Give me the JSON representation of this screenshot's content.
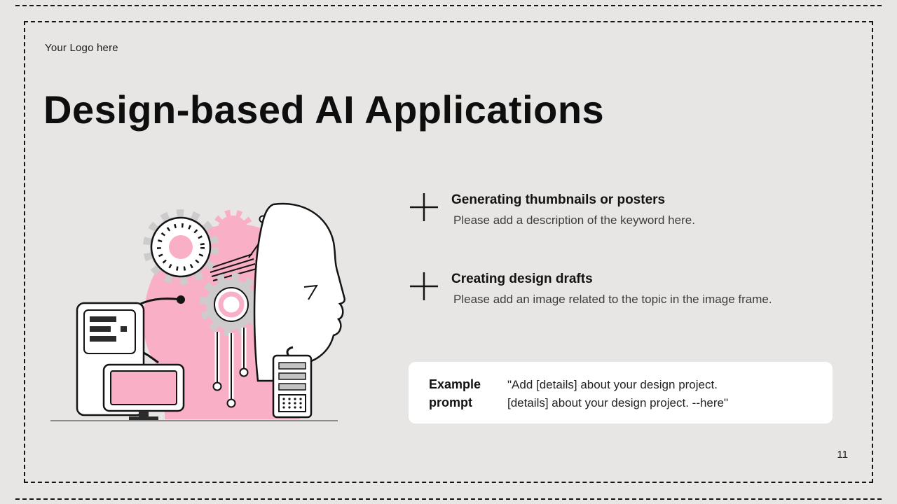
{
  "slide": {
    "logo": "Your Logo here",
    "title": "Design-based AI Applications",
    "page_number": "11",
    "colors": {
      "background": "#e8e6e5",
      "accent_pink": "#f9afc6",
      "gear_gray": "#cdcbcb",
      "line_black": "#141414",
      "card_white": "#ffffff"
    }
  },
  "bullets": [
    {
      "icon": "plus-icon",
      "heading": "Generating thumbnails or posters",
      "description": "Please add a description of the keyword here."
    },
    {
      "icon": "plus-icon",
      "heading": "Creating design drafts",
      "description": "Please add an image related to the topic in the image frame."
    }
  ],
  "example": {
    "label_lines": [
      "Example",
      "prompt"
    ],
    "text_line1": "\"Add [details] about your design project.",
    "text_line2": "[details] about your design project. --here\""
  },
  "illustration": {
    "name": "ai-head-profile-with-gears-and-computer",
    "elements": [
      "pink head silhouette",
      "white face profile",
      "gray gears",
      "dotted gear dial with pink center",
      "circuit nodes",
      "computer tower",
      "monitor with pink screen",
      "small keypad device",
      "ground line"
    ]
  }
}
